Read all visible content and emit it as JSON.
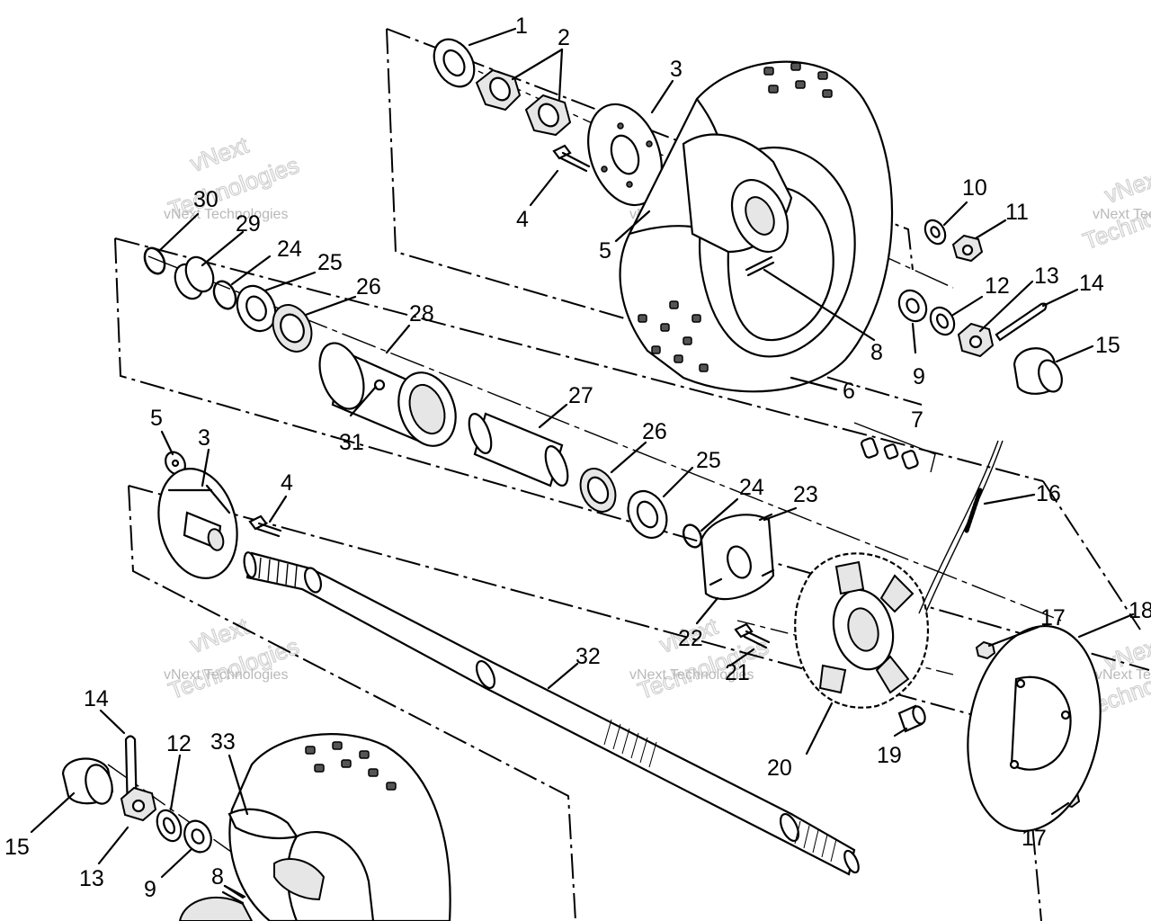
{
  "watermark": {
    "brand_line1": "vNext",
    "brand_line2": "Technologies",
    "small_text": "vNext Technologies"
  },
  "parts": [
    {
      "id": "label-1",
      "text": "1"
    },
    {
      "id": "label-2",
      "text": "2"
    },
    {
      "id": "label-3-top",
      "text": "3"
    },
    {
      "id": "label-4-top",
      "text": "4"
    },
    {
      "id": "label-5-top",
      "text": "5"
    },
    {
      "id": "label-6",
      "text": "6"
    },
    {
      "id": "label-7",
      "text": "7"
    },
    {
      "id": "label-8-top",
      "text": "8"
    },
    {
      "id": "label-9-top",
      "text": "9"
    },
    {
      "id": "label-10",
      "text": "10"
    },
    {
      "id": "label-11",
      "text": "11"
    },
    {
      "id": "label-12-top",
      "text": "12"
    },
    {
      "id": "label-13-top",
      "text": "13"
    },
    {
      "id": "label-14-top",
      "text": "14"
    },
    {
      "id": "label-15-top",
      "text": "15"
    },
    {
      "id": "label-16",
      "text": "16"
    },
    {
      "id": "label-17-mid",
      "text": "17"
    },
    {
      "id": "label-17-bot",
      "text": "17"
    },
    {
      "id": "label-18",
      "text": "18"
    },
    {
      "id": "label-19",
      "text": "19"
    },
    {
      "id": "label-20",
      "text": "20"
    },
    {
      "id": "label-21",
      "text": "21"
    },
    {
      "id": "label-22",
      "text": "22"
    },
    {
      "id": "label-23",
      "text": "23"
    },
    {
      "id": "label-24-top",
      "text": "24"
    },
    {
      "id": "label-24-mid",
      "text": "24"
    },
    {
      "id": "label-25-top",
      "text": "25"
    },
    {
      "id": "label-25-mid",
      "text": "25"
    },
    {
      "id": "label-26-top",
      "text": "26"
    },
    {
      "id": "label-26-mid",
      "text": "26"
    },
    {
      "id": "label-27",
      "text": "27"
    },
    {
      "id": "label-28",
      "text": "28"
    },
    {
      "id": "label-29",
      "text": "29"
    },
    {
      "id": "label-30",
      "text": "30"
    },
    {
      "id": "label-31",
      "text": "31"
    },
    {
      "id": "label-32",
      "text": "32"
    },
    {
      "id": "label-33",
      "text": "33"
    },
    {
      "id": "label-3-left",
      "text": "3"
    },
    {
      "id": "label-4-left",
      "text": "4"
    },
    {
      "id": "label-5-left",
      "text": "5"
    },
    {
      "id": "label-8-bot",
      "text": "8"
    },
    {
      "id": "label-9-bot",
      "text": "9"
    },
    {
      "id": "label-12-bot",
      "text": "12"
    },
    {
      "id": "label-13-bot",
      "text": "13"
    },
    {
      "id": "label-14-bot",
      "text": "14"
    },
    {
      "id": "label-15-bot",
      "text": "15"
    }
  ]
}
